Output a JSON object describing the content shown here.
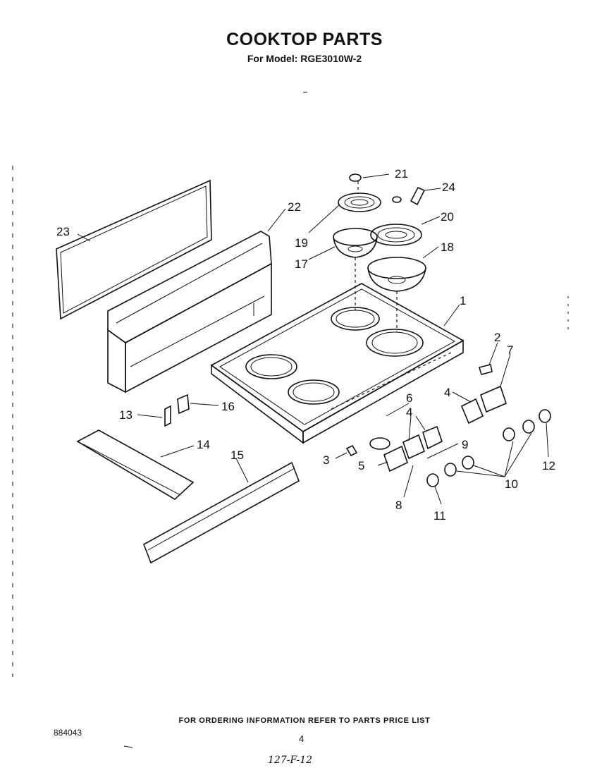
{
  "header": {
    "title": "COOKTOP PARTS",
    "subtitle": "For Model: RGE3010W-2"
  },
  "callouts": [
    {
      "id": "c1",
      "label": "1"
    },
    {
      "id": "c2",
      "label": "2"
    },
    {
      "id": "c3",
      "label": "3"
    },
    {
      "id": "c4a",
      "label": "4"
    },
    {
      "id": "c4b",
      "label": "4"
    },
    {
      "id": "c5",
      "label": "5"
    },
    {
      "id": "c6",
      "label": "6"
    },
    {
      "id": "c7",
      "label": "7"
    },
    {
      "id": "c8",
      "label": "8"
    },
    {
      "id": "c9",
      "label": "9"
    },
    {
      "id": "c10",
      "label": "10"
    },
    {
      "id": "c11",
      "label": "11"
    },
    {
      "id": "c12",
      "label": "12"
    },
    {
      "id": "c13",
      "label": "13"
    },
    {
      "id": "c14",
      "label": "14"
    },
    {
      "id": "c15",
      "label": "15"
    },
    {
      "id": "c16",
      "label": "16"
    },
    {
      "id": "c17",
      "label": "17"
    },
    {
      "id": "c18",
      "label": "18"
    },
    {
      "id": "c19",
      "label": "19"
    },
    {
      "id": "c20",
      "label": "20"
    },
    {
      "id": "c21",
      "label": "21"
    },
    {
      "id": "c22",
      "label": "22"
    },
    {
      "id": "c23",
      "label": "23"
    },
    {
      "id": "c24",
      "label": "24"
    }
  ],
  "footer": {
    "note": "FOR ORDERING INFORMATION REFER TO PARTS PRICE LIST",
    "doc_number": "884043",
    "page_number": "4",
    "handwritten": "127-F-12"
  }
}
